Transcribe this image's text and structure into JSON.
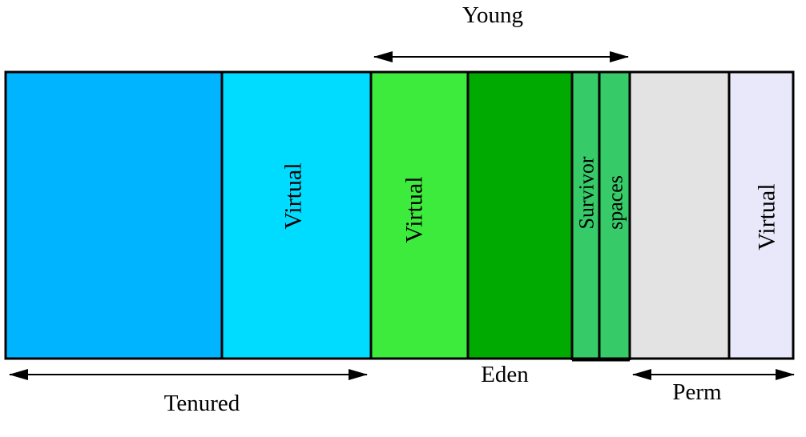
{
  "labels": {
    "young": "Young",
    "tenured": "Tenured",
    "eden": "Eden",
    "perm": "Perm",
    "tenured_virtual": "Virtual",
    "young_virtual": "Virtual",
    "survivor_1": "Survivor",
    "survivor_2": "spaces",
    "perm_virtual": "Virtual"
  },
  "colors": {
    "tenured": "#00b4ff",
    "tenured_virtual": "#00dcff",
    "young_virtual": "#3ceb3c",
    "eden": "#00aa00",
    "survivor": "#36cb68",
    "perm": "#e3e3e3",
    "perm_virtual": "#e8e8fa",
    "outline": "#000000"
  }
}
